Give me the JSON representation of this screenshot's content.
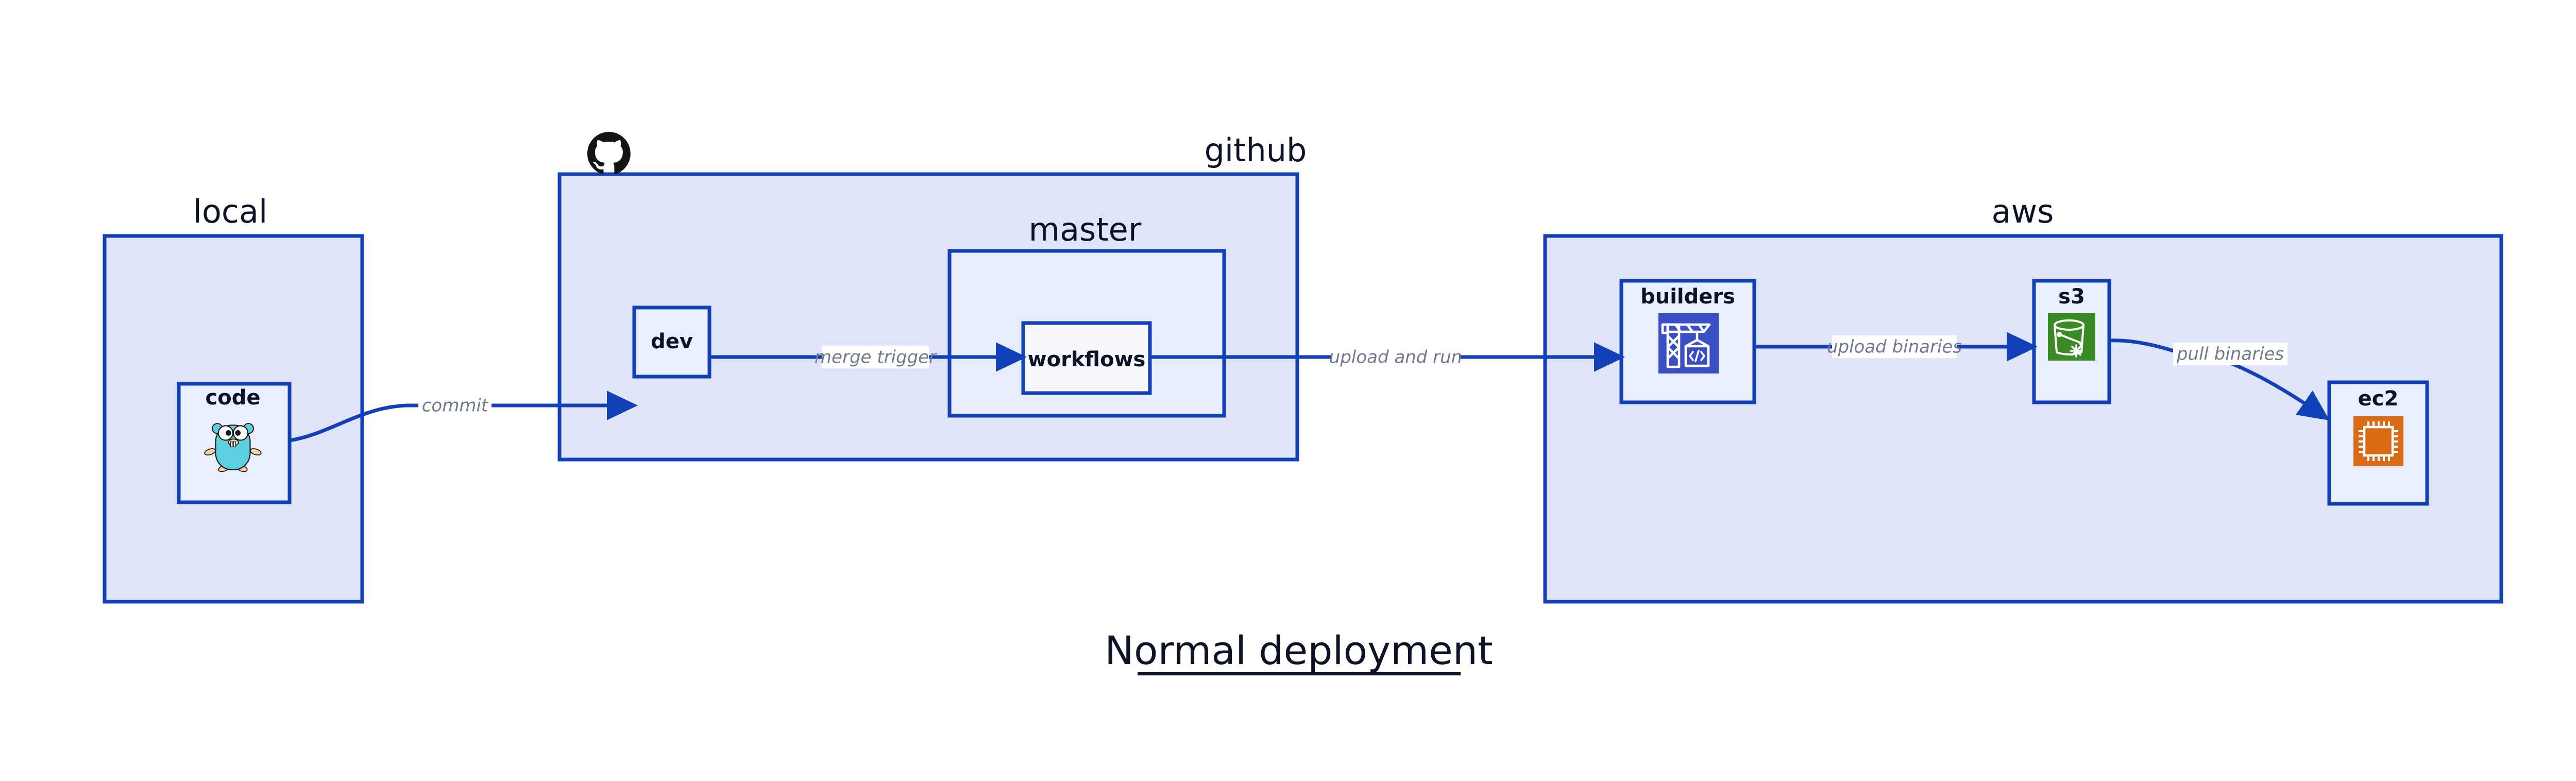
{
  "diagram": {
    "title": "Normal deployment",
    "groups": [
      {
        "id": "local",
        "label": "local"
      },
      {
        "id": "github",
        "label": "github"
      },
      {
        "id": "master",
        "label": "master"
      },
      {
        "id": "aws",
        "label": "aws"
      }
    ],
    "nodes": [
      {
        "id": "code",
        "label": "code",
        "icon": "go-gopher-icon",
        "group": "local"
      },
      {
        "id": "dev",
        "label": "dev",
        "icon": "none",
        "group": "github"
      },
      {
        "id": "workflows",
        "label": "workflows",
        "icon": "none",
        "group": "master"
      },
      {
        "id": "builders",
        "label": "builders",
        "icon": "crane-code-icon",
        "group": "aws"
      },
      {
        "id": "s3",
        "label": "s3",
        "icon": "s3-bucket-icon",
        "group": "aws"
      },
      {
        "id": "ec2",
        "label": "ec2",
        "icon": "cpu-chip-icon",
        "group": "aws"
      }
    ],
    "edges": [
      {
        "id": "commit",
        "from": "code",
        "to": "dev",
        "label": "commit"
      },
      {
        "id": "merge-trigger",
        "from": "dev",
        "to": "workflows",
        "label": "merge trigger"
      },
      {
        "id": "upload-and-run",
        "from": "workflows",
        "to": "builders",
        "label": "upload and run"
      },
      {
        "id": "upload-binaries",
        "from": "builders",
        "to": "s3",
        "label": "upload binaries"
      },
      {
        "id": "pull-binaries",
        "from": "s3",
        "to": "ec2",
        "label": "pull binaries"
      }
    ],
    "logos": [
      {
        "id": "github-logo",
        "name": "github-octocat-icon"
      }
    ],
    "colors": {
      "border": "#1240b8",
      "container_fill": "#dfe4f8",
      "subcontainer_fill": "#e8edfc",
      "node_fill": "#eaefff",
      "node_fill_light": "#f7f8fd",
      "label_text": "#0d1326",
      "edge_label_text": "#70798f",
      "builders_icon_bg": "#3b4fc4",
      "s3_icon_bg": "#3a8b23",
      "ec2_icon_bg": "#d96a16",
      "gopher_body": "#5ccfe0",
      "github_logo": "#161514"
    }
  }
}
